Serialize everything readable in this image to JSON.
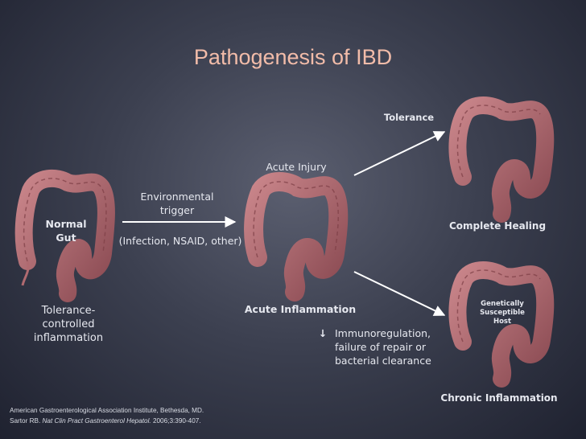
{
  "title": "Pathogenesis of IBD",
  "labels": {
    "normal_gut": "Normal\nGut",
    "tolerance_controlled": "Tolerance-\ncontrolled\ninflammation",
    "environmental_trigger": "Environmental\ntrigger",
    "trigger_examples": "(Infection, NSAID, other)",
    "acute_injury": "Acute Injury",
    "acute_inflammation": "Acute Inflammation",
    "tolerance": "Tolerance",
    "complete_healing": "Complete Healing",
    "genetically_susceptible": "Genetically\nSusceptible\nHost",
    "down_arrow_symbol": "↓",
    "immunoregulation": "Immunoregulation,\nfailure of repair or\nbacterial clearance",
    "chronic_inflammation": "Chronic Inflammation"
  },
  "citation": {
    "line1": "American Gastroenterological Association Institute, Bethesda, MD.",
    "line2_prefix": "Sartor RB.",
    "line2_journal": "Nat Clin Pract Gastroenterol Hepatol.",
    "line2_suffix": "2006;3:390-407."
  },
  "colors": {
    "title": "#f2bca9",
    "colon_fill": "#b06a70",
    "colon_shade": "#7e3f46"
  },
  "icons": [
    "colon-illustration",
    "arrow-right"
  ]
}
